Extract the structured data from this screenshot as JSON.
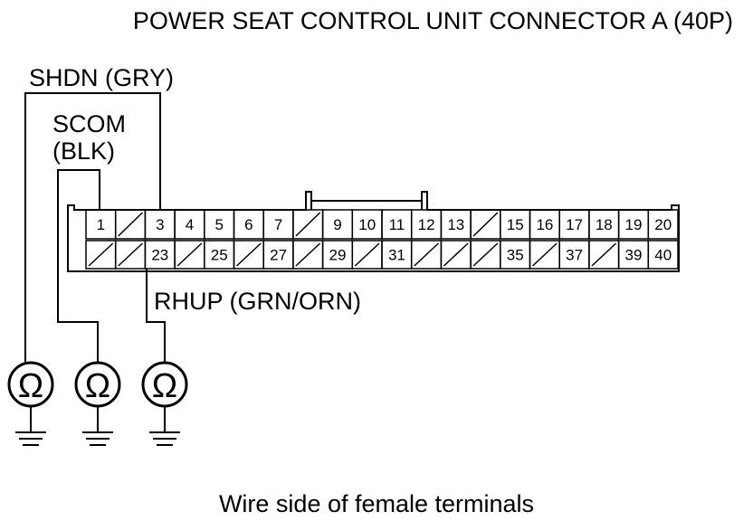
{
  "title": "POWER SEAT CONTROL UNIT CONNECTOR A (40P)",
  "caption": "Wire side of female terminals",
  "wires": {
    "shdn": "SHDN (GRY)",
    "scom_line1": "SCOM",
    "scom_line2": "(BLK)",
    "rhup": "RHUP (GRN/ORN)"
  },
  "connector": {
    "top_row": [
      "1",
      "",
      "3",
      "4",
      "5",
      "6",
      "7",
      "",
      "9",
      "10",
      "11",
      "12",
      "13",
      "",
      "15",
      "16",
      "17",
      "18",
      "19",
      "20"
    ],
    "bottom_row": [
      "",
      "",
      "23",
      "",
      "25",
      "",
      "27",
      "",
      "29",
      "",
      "31",
      "",
      "",
      "",
      "35",
      "",
      "37",
      "",
      "39",
      "40"
    ]
  },
  "meters": {
    "symbol": "Ω",
    "count": 3
  },
  "icons": [
    "ohmmeter-icon",
    "ground-icon"
  ],
  "colors": {
    "line": "#000000",
    "background": "#ffffff"
  }
}
